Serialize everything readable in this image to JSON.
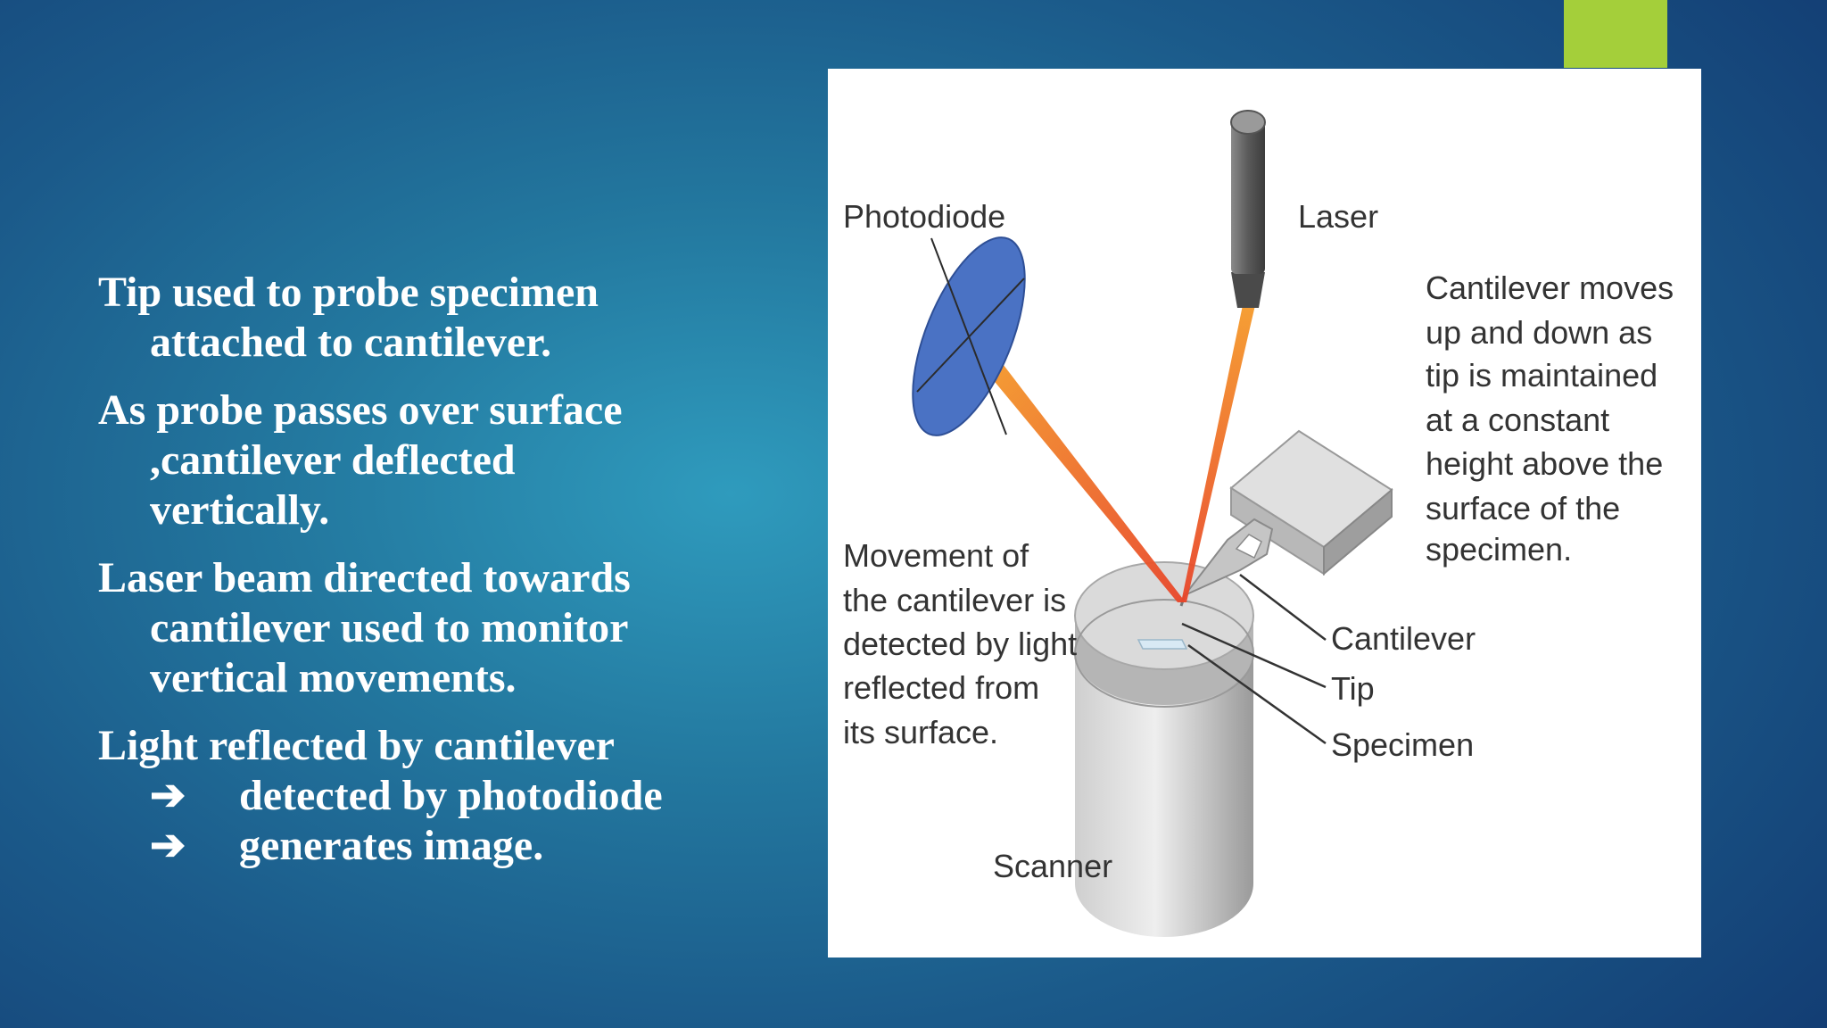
{
  "slide": {
    "bullets": [
      {
        "lines": [
          "Tip used to probe specimen",
          "attached to cantilever."
        ]
      },
      {
        "lines": [
          "As probe passes over surface",
          ",cantilever deflected",
          "vertically."
        ]
      },
      {
        "lines": [
          "Laser beam directed towards",
          "cantilever used to monitor",
          "vertical movements."
        ]
      },
      {
        "lines": [
          "Light reflected by cantilever"
        ],
        "arrow_items": [
          "detected by photodiode",
          "generates image."
        ]
      }
    ],
    "arrow_symbol": "➔"
  },
  "diagram": {
    "labels": {
      "photodiode": "Photodiode",
      "laser": "Laser",
      "cantilever_moves": [
        "Cantilever moves",
        "up and down as",
        "tip is maintained",
        "at a constant",
        "height above the",
        "surface of the",
        "specimen."
      ],
      "movement": [
        "Movement of",
        "the cantilever is",
        "detected by light",
        "reflected from",
        "its surface."
      ],
      "cantilever": "Cantilever",
      "tip": "Tip",
      "specimen": "Specimen",
      "scanner": "Scanner"
    }
  },
  "colors": {
    "accent": "#a4cf3a",
    "photodiode": "#4a72c4",
    "beam": "#f59a2a",
    "laser_body": "#5a5a5a"
  }
}
